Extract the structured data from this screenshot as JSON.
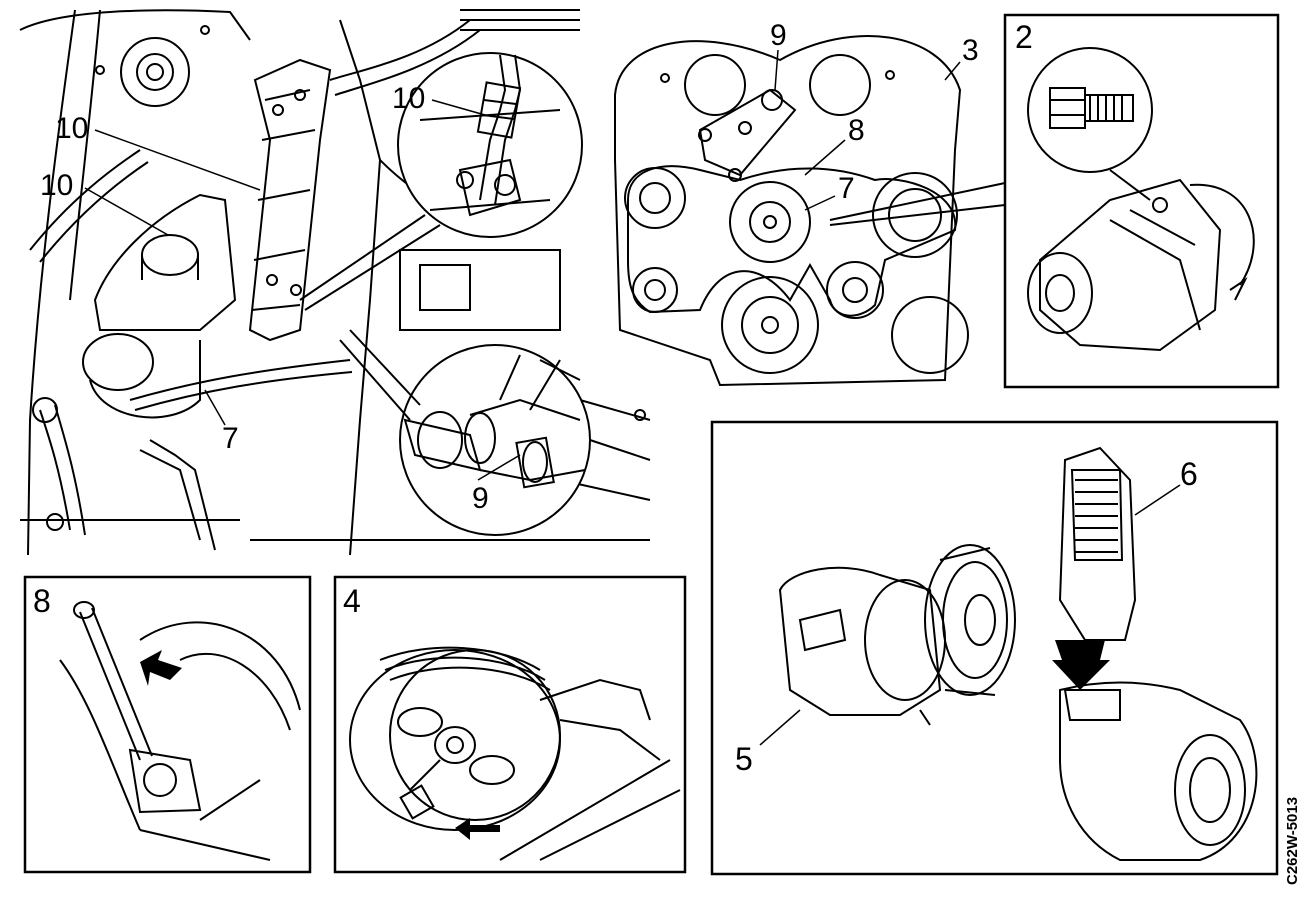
{
  "callouts": {
    "c10a": "10",
    "c10b": "10",
    "c10c": "10",
    "c7a": "7",
    "c9a": "9",
    "c9b": "9",
    "c3": "3",
    "c8a": "8",
    "c7b": "7"
  },
  "panels": {
    "p2": "2",
    "p8": "8",
    "p4": "4",
    "p5": "5",
    "p6": "6"
  },
  "figure_code": "C262W-5013"
}
